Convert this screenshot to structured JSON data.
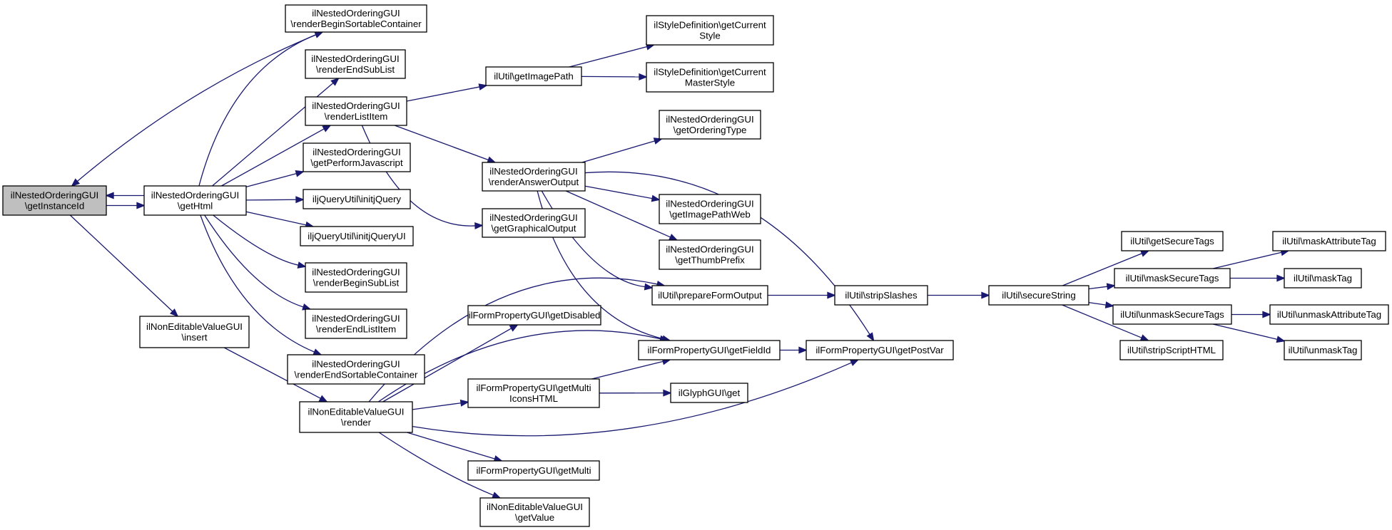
{
  "diagram": {
    "edge_color": "#191970",
    "root_fill": "#bfbfbf",
    "nodes": [
      {
        "id": "getInstanceId",
        "lines": [
          "ilNestedOrderingGUI",
          "\\getInstanceId"
        ],
        "root": true
      },
      {
        "id": "getHtml",
        "lines": [
          "ilNestedOrderingGUI",
          "\\getHtml"
        ]
      },
      {
        "id": "renderBeginSortableContainer",
        "lines": [
          "ilNestedOrderingGUI",
          "\\renderBeginSortableContainer"
        ]
      },
      {
        "id": "renderEndSubList",
        "lines": [
          "ilNestedOrderingGUI",
          "\\renderEndSubList"
        ]
      },
      {
        "id": "renderListItem",
        "lines": [
          "ilNestedOrderingGUI",
          "\\renderListItem"
        ]
      },
      {
        "id": "getPerformJavascript",
        "lines": [
          "ilNestedOrderingGUI",
          "\\getPerformJavascript"
        ]
      },
      {
        "id": "initjQuery",
        "lines": [
          "iljQueryUtil\\initjQuery"
        ]
      },
      {
        "id": "initjQueryUI",
        "lines": [
          "iljQueryUtil\\initjQueryUI"
        ]
      },
      {
        "id": "renderBeginSubList",
        "lines": [
          "ilNestedOrderingGUI",
          "\\renderBeginSubList"
        ]
      },
      {
        "id": "renderEndListItem",
        "lines": [
          "ilNestedOrderingGUI",
          "\\renderEndListItem"
        ]
      },
      {
        "id": "renderEndSortableContainer",
        "lines": [
          "ilNestedOrderingGUI",
          "\\renderEndSortableContainer"
        ]
      },
      {
        "id": "nevInsert",
        "lines": [
          "ilNonEditableValueGUI",
          "\\insert"
        ]
      },
      {
        "id": "nevRender",
        "lines": [
          "ilNonEditableValueGUI",
          "\\render"
        ]
      },
      {
        "id": "getImagePath",
        "lines": [
          "ilUtil\\getImagePath"
        ]
      },
      {
        "id": "renderAnswerOutput",
        "lines": [
          "ilNestedOrderingGUI",
          "\\renderAnswerOutput"
        ]
      },
      {
        "id": "getGraphicalOutput",
        "lines": [
          "ilNestedOrderingGUI",
          "\\getGraphicalOutput"
        ]
      },
      {
        "id": "getDisabled",
        "lines": [
          "ilFormPropertyGUI\\getDisabled"
        ]
      },
      {
        "id": "getMultiIconsHTML",
        "lines": [
          "ilFormPropertyGUI\\getMulti",
          "IconsHTML"
        ]
      },
      {
        "id": "getMulti",
        "lines": [
          "ilFormPropertyGUI\\getMulti"
        ]
      },
      {
        "id": "nevGetValue",
        "lines": [
          "ilNonEditableValueGUI",
          "\\getValue"
        ]
      },
      {
        "id": "getCurrentStyle",
        "lines": [
          "ilStyleDefinition\\getCurrent",
          "Style"
        ]
      },
      {
        "id": "getCurrentMasterStyle",
        "lines": [
          "ilStyleDefinition\\getCurrent",
          "MasterStyle"
        ]
      },
      {
        "id": "getOrderingType",
        "lines": [
          "ilNestedOrderingGUI",
          "\\getOrderingType"
        ]
      },
      {
        "id": "getImagePathWeb",
        "lines": [
          "ilNestedOrderingGUI",
          "\\getImagePathWeb"
        ]
      },
      {
        "id": "getThumbPrefix",
        "lines": [
          "ilNestedOrderingGUI",
          "\\getThumbPrefix"
        ]
      },
      {
        "id": "prepareFormOutput",
        "lines": [
          "ilUtil\\prepareFormOutput"
        ]
      },
      {
        "id": "getFieldId",
        "lines": [
          "ilFormPropertyGUI\\getFieldId"
        ]
      },
      {
        "id": "glyphGet",
        "lines": [
          "ilGlyphGUI\\get"
        ]
      },
      {
        "id": "stripSlashes",
        "lines": [
          "ilUtil\\stripSlashes"
        ]
      },
      {
        "id": "getPostVar",
        "lines": [
          "ilFormPropertyGUI\\getPostVar"
        ]
      },
      {
        "id": "secureString",
        "lines": [
          "ilUtil\\secureString"
        ]
      },
      {
        "id": "getSecureTags",
        "lines": [
          "ilUtil\\getSecureTags"
        ]
      },
      {
        "id": "maskSecureTags",
        "lines": [
          "ilUtil\\maskSecureTags"
        ]
      },
      {
        "id": "unmaskSecureTags",
        "lines": [
          "ilUtil\\unmaskSecureTags"
        ]
      },
      {
        "id": "stripScriptHTML",
        "lines": [
          "ilUtil\\stripScriptHTML"
        ]
      },
      {
        "id": "maskAttributeTag",
        "lines": [
          "ilUtil\\maskAttributeTag"
        ]
      },
      {
        "id": "maskTag",
        "lines": [
          "ilUtil\\maskTag"
        ]
      },
      {
        "id": "unmaskAttributeTag",
        "lines": [
          "ilUtil\\unmaskAttributeTag"
        ]
      },
      {
        "id": "unmaskTag",
        "lines": [
          "ilUtil\\unmaskTag"
        ]
      }
    ],
    "edges": [
      {
        "from": "getInstanceId",
        "to": "getHtml"
      },
      {
        "from": "getHtml",
        "to": "getInstanceId"
      },
      {
        "from": "renderBeginSortableContainer",
        "to": "getInstanceId"
      },
      {
        "from": "getInstanceId",
        "to": "nevInsert"
      },
      {
        "from": "getHtml",
        "to": "renderBeginSortableContainer"
      },
      {
        "from": "getHtml",
        "to": "renderEndSubList"
      },
      {
        "from": "getHtml",
        "to": "renderListItem"
      },
      {
        "from": "getHtml",
        "to": "getPerformJavascript"
      },
      {
        "from": "getHtml",
        "to": "initjQuery"
      },
      {
        "from": "getHtml",
        "to": "initjQueryUI"
      },
      {
        "from": "getHtml",
        "to": "renderBeginSubList"
      },
      {
        "from": "getHtml",
        "to": "renderEndListItem"
      },
      {
        "from": "getHtml",
        "to": "renderEndSortableContainer"
      },
      {
        "from": "renderListItem",
        "to": "getImagePath"
      },
      {
        "from": "renderListItem",
        "to": "renderAnswerOutput"
      },
      {
        "from": "renderListItem",
        "to": "getGraphicalOutput"
      },
      {
        "from": "getImagePath",
        "to": "getCurrentStyle"
      },
      {
        "from": "getImagePath",
        "to": "getCurrentMasterStyle"
      },
      {
        "from": "renderAnswerOutput",
        "to": "getOrderingType"
      },
      {
        "from": "renderAnswerOutput",
        "to": "getImagePathWeb"
      },
      {
        "from": "renderAnswerOutput",
        "to": "getThumbPrefix"
      },
      {
        "from": "renderAnswerOutput",
        "to": "prepareFormOutput"
      },
      {
        "from": "renderAnswerOutput",
        "to": "getFieldId"
      },
      {
        "from": "renderAnswerOutput",
        "to": "getPostVar"
      },
      {
        "from": "nevInsert",
        "to": "nevRender"
      },
      {
        "from": "nevRender",
        "to": "getDisabled"
      },
      {
        "from": "nevRender",
        "to": "prepareFormOutput"
      },
      {
        "from": "nevRender",
        "to": "getFieldId"
      },
      {
        "from": "nevRender",
        "to": "getMultiIconsHTML"
      },
      {
        "from": "nevRender",
        "to": "getPostVar"
      },
      {
        "from": "nevRender",
        "to": "getMulti"
      },
      {
        "from": "nevRender",
        "to": "nevGetValue"
      },
      {
        "from": "getMultiIconsHTML",
        "to": "getFieldId"
      },
      {
        "from": "getMultiIconsHTML",
        "to": "glyphGet"
      },
      {
        "from": "prepareFormOutput",
        "to": "stripSlashes"
      },
      {
        "from": "getFieldId",
        "to": "getPostVar"
      },
      {
        "from": "stripSlashes",
        "to": "secureString"
      },
      {
        "from": "secureString",
        "to": "getSecureTags"
      },
      {
        "from": "secureString",
        "to": "maskSecureTags"
      },
      {
        "from": "secureString",
        "to": "unmaskSecureTags"
      },
      {
        "from": "secureString",
        "to": "stripScriptHTML"
      },
      {
        "from": "maskSecureTags",
        "to": "maskAttributeTag"
      },
      {
        "from": "maskSecureTags",
        "to": "maskTag"
      },
      {
        "from": "unmaskSecureTags",
        "to": "unmaskAttributeTag"
      },
      {
        "from": "unmaskSecureTags",
        "to": "unmaskTag"
      }
    ]
  }
}
